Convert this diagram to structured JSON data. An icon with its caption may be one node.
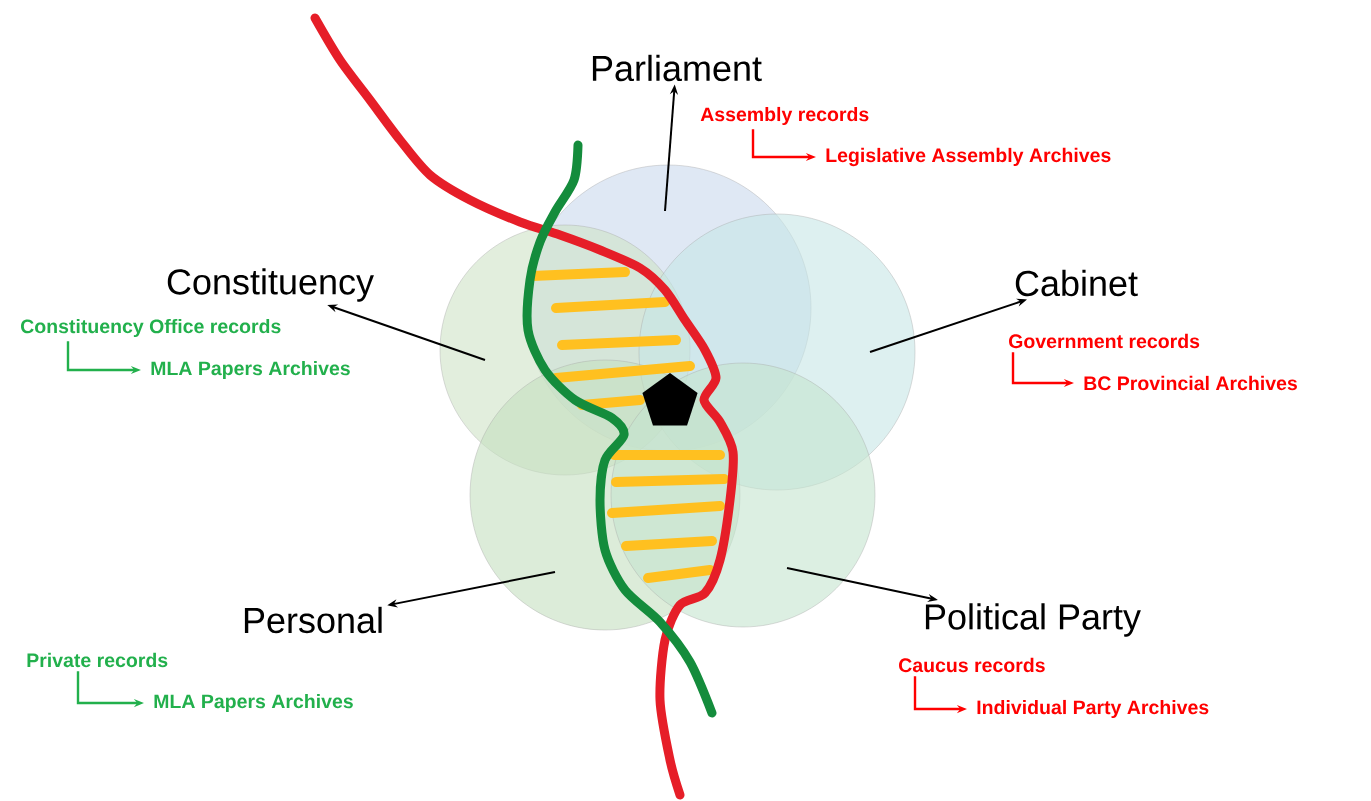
{
  "diagram": {
    "nodes": [
      {
        "text": [],
        "shape": "circle"
      },
      {
        "text": [],
        "shape": "circle"
      },
      {
        "text": [],
        "shape": "circle"
      },
      {
        "text": [],
        "shape": "circle"
      },
      {
        "text": [],
        "shape": "circle"
      },
      {
        "text": [
          "Parliament"
        ]
      },
      {
        "text": [
          "Assembly records"
        ]
      },
      {
        "text": [
          "Legislative Assembly Archives"
        ]
      },
      {
        "text": [
          "Constituency"
        ]
      },
      {
        "text": [
          "Constituency Office records"
        ]
      },
      {
        "text": [
          "MLA Papers Archives"
        ]
      },
      {
        "text": [
          "Cabinet"
        ]
      },
      {
        "text": [
          "Government records"
        ]
      },
      {
        "text": [
          "BC Provincial Archives"
        ]
      },
      {
        "text": [
          "Personal"
        ]
      },
      {
        "text": [
          "Private records"
        ]
      },
      {
        "text": [
          "MLA Papers Archives"
        ]
      },
      {
        "text": [
          "Political Party"
        ]
      },
      {
        "text": [
          "Caucus records"
        ]
      },
      {
        "text": [
          "Individual Party Archives"
        ]
      }
    ],
    "edges": [
      {
        "from": 0,
        "to": 5,
        "arrow": "to"
      },
      {
        "from": 1,
        "to": 8,
        "arrow": "to"
      },
      {
        "from": 2,
        "to": 11,
        "arrow": "to"
      },
      {
        "from": 3,
        "to": 14,
        "arrow": "to"
      },
      {
        "from": 4,
        "to": 17,
        "arrow": "to"
      },
      {
        "from": 6,
        "to": 7,
        "arrow": "to",
        "color": "#ff0000"
      },
      {
        "from": 9,
        "to": 10,
        "arrow": "to",
        "color": "#22b04c"
      },
      {
        "from": 12,
        "to": 13,
        "arrow": "to",
        "color": "#ff0000"
      },
      {
        "from": 15,
        "to": 16,
        "arrow": "to",
        "color": "#22b04c"
      },
      {
        "from": 18,
        "to": 19,
        "arrow": "to",
        "color": "#ff0000"
      }
    ]
  }
}
